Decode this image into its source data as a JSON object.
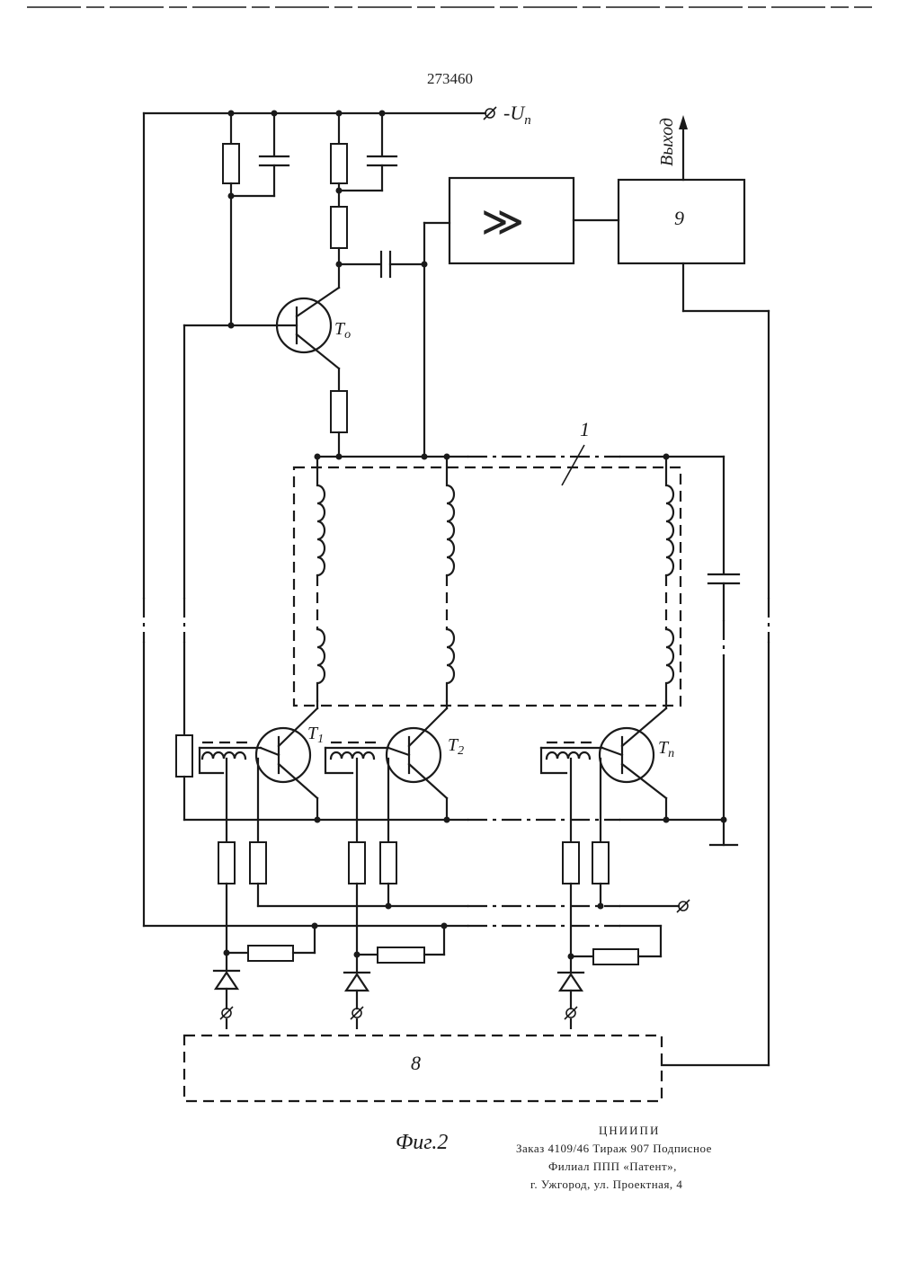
{
  "patent_number": "273460",
  "supply_label": "-U",
  "supply_subscript": "п",
  "output_label": "Выход",
  "blocks": {
    "amplifier_symbol": "≫",
    "block_9": "9",
    "block_8": "8",
    "block_1": "1"
  },
  "transistors": {
    "t0": "T",
    "t0_sub": "o",
    "t1": "T",
    "t1_sub": "1",
    "t2": "T",
    "t2_sub": "2",
    "tn": "T",
    "tn_sub": "n"
  },
  "figure_caption": "Фиг.2",
  "footer": {
    "org": "ЦНИИПИ",
    "line1": "Заказ 4109/46   Тираж 907   Подписное",
    "line2": "Филиал ППП «Патент»,",
    "line3": "г. Ужгород, ул. Проектная, 4"
  }
}
